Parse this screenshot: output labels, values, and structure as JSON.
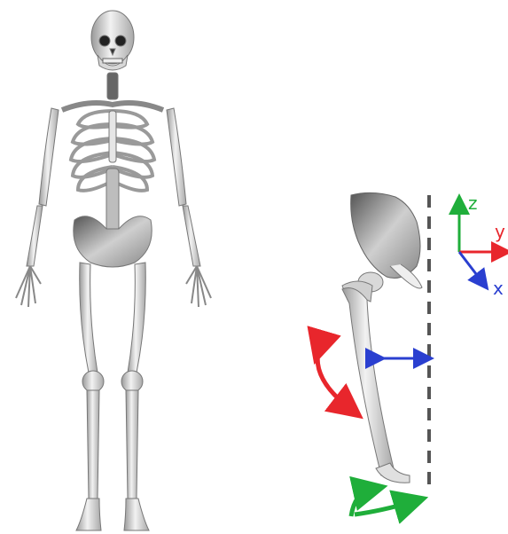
{
  "axes": {
    "z_label": "z",
    "y_label": "y",
    "x_label": "x",
    "colors": {
      "z": "#1fae3a",
      "y": "#e8262c",
      "x": "#2a3fd0"
    }
  },
  "arrows": {
    "rotation_color": "#e8262c",
    "lateral_color": "#2a3fd0",
    "ground_color": "#1fae3a"
  },
  "icons": {
    "skeleton": "full-skeleton-illustration",
    "hip_femur": "hip-femur-detail",
    "coordinate_frame": "xyz-axes"
  }
}
